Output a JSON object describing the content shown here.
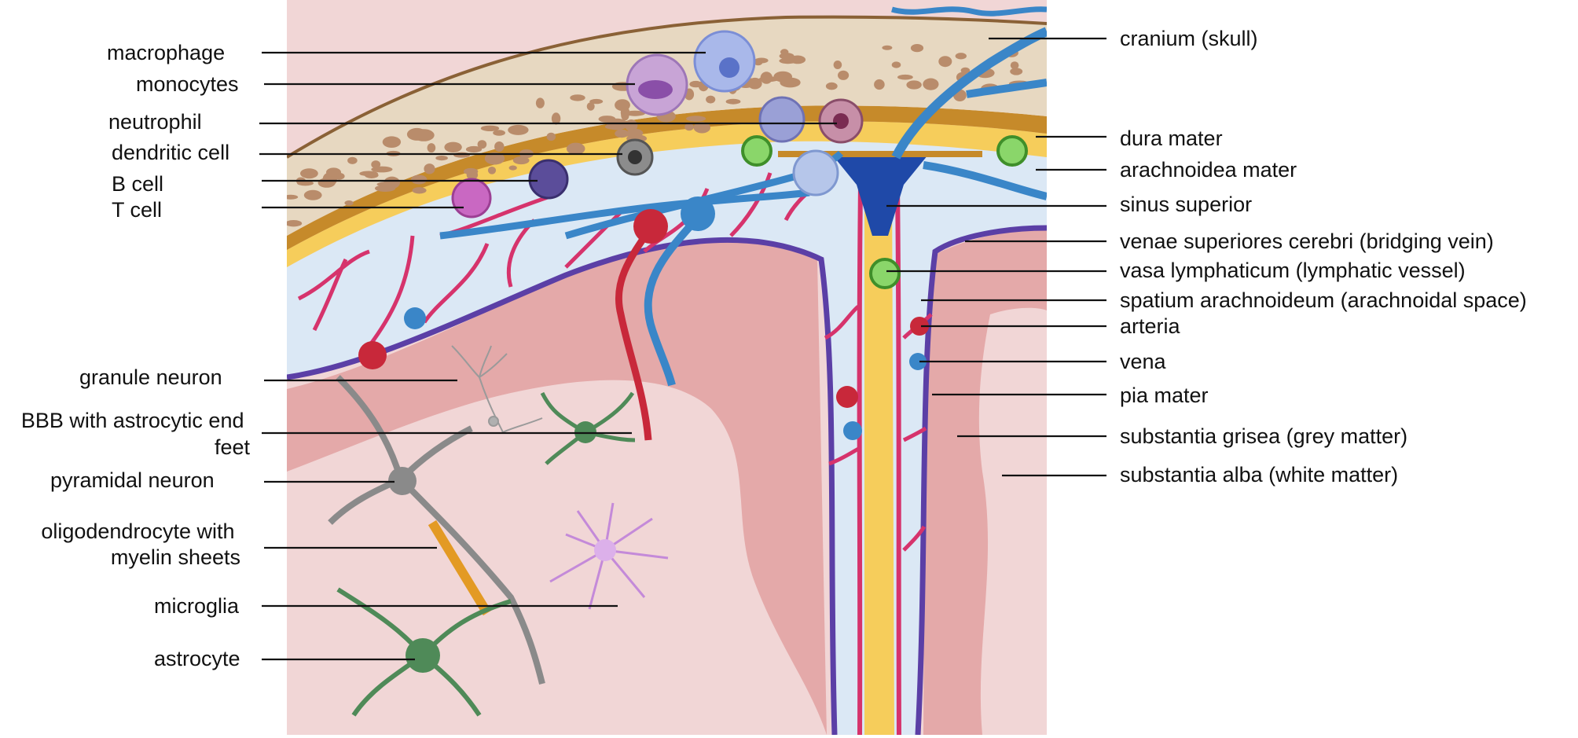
{
  "figure": {
    "colors": {
      "skull": "#e7d8c1",
      "skull_pores": "#b98c6b",
      "skull_edge": "#8a6136",
      "dura": "#c68a2a",
      "arachnoid": "#f6cd5b",
      "csf_space": "#dbe8f5",
      "pia": "#5b3fa6",
      "grey_matter": "#e4a9a9",
      "white_matter": "#f1d6d6",
      "vein": "#3a86c8",
      "artery": "#c8283a",
      "capillary": "#d6336c",
      "sinus": "#1f49a8"
    }
  },
  "labels": {
    "left": [
      {
        "id": "macrophage",
        "text": "macrophage"
      },
      {
        "id": "monocytes",
        "text": "monocytes"
      },
      {
        "id": "neutrophil",
        "text": "neutrophil"
      },
      {
        "id": "dendritic",
        "text": "dendritic cell"
      },
      {
        "id": "bcell",
        "text": "B cell"
      },
      {
        "id": "tcell",
        "text": "T cell"
      },
      {
        "id": "granule",
        "text": "granule neuron"
      },
      {
        "id": "bbb",
        "lines": [
          "BBB with astrocytic end",
          "feet"
        ]
      },
      {
        "id": "pyramidal",
        "text": "pyramidal neuron"
      },
      {
        "id": "oligo",
        "lines": [
          "oligodendrocyte with",
          "myelin sheets"
        ]
      },
      {
        "id": "microglia",
        "text": "microglia"
      },
      {
        "id": "astrocyte",
        "text": "astrocyte"
      }
    ],
    "right": [
      {
        "id": "cranium",
        "text": "cranium (skull)"
      },
      {
        "id": "dura",
        "text": "dura mater"
      },
      {
        "id": "arachnoidea",
        "text": "arachnoidea mater"
      },
      {
        "id": "sinus",
        "text": "sinus superior"
      },
      {
        "id": "venae",
        "text": "venae superiores cerebri (bridging vein)"
      },
      {
        "id": "vasa",
        "text": "vasa lymphaticum (lymphatic vessel)"
      },
      {
        "id": "spatium",
        "text": "spatium arachnoideum (arachnoidal space)"
      },
      {
        "id": "arteria",
        "text": "arteria"
      },
      {
        "id": "vena",
        "text": "vena"
      },
      {
        "id": "pia",
        "text": "pia mater"
      },
      {
        "id": "grisea",
        "text": "substantia grisea (grey matter)"
      },
      {
        "id": "alba",
        "text": "substantia alba  (white matter)"
      }
    ]
  }
}
